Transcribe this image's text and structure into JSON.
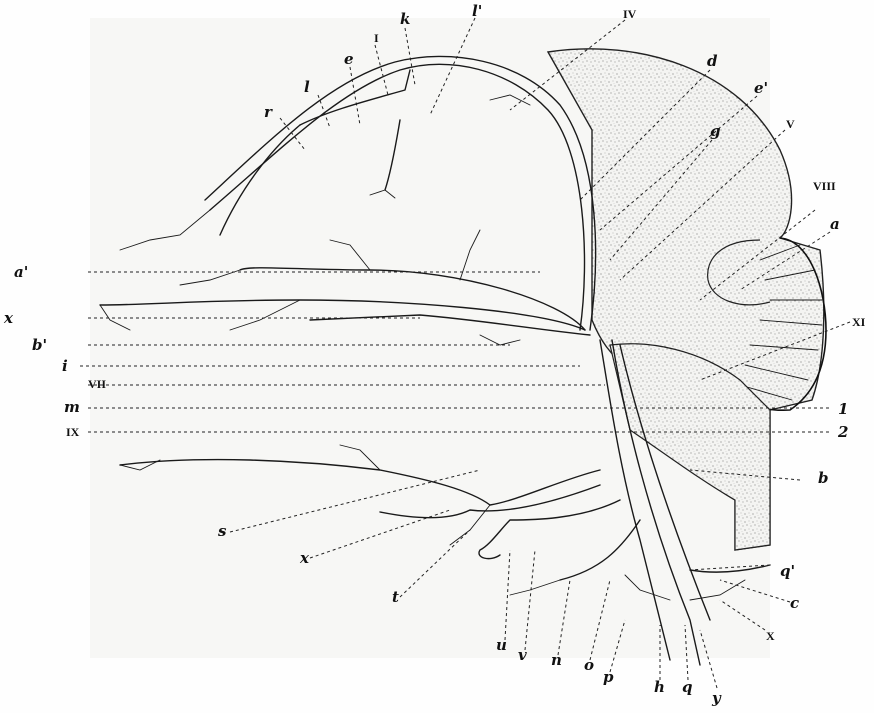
{
  "figure": {
    "left_labels": [
      {
        "id": "a_prime",
        "text": "a'"
      },
      {
        "id": "x_upper",
        "text": "x"
      },
      {
        "id": "b_prime",
        "text": "b'"
      },
      {
        "id": "i",
        "text": "i"
      },
      {
        "id": "VII",
        "text": "VII"
      },
      {
        "id": "m",
        "text": "m"
      },
      {
        "id": "IX",
        "text": "IX"
      }
    ],
    "top_labels": [
      {
        "id": "r",
        "text": "r"
      },
      {
        "id": "l",
        "text": "l"
      },
      {
        "id": "e",
        "text": "e"
      },
      {
        "id": "I",
        "text": "I"
      },
      {
        "id": "k",
        "text": "k"
      },
      {
        "id": "l_prime",
        "text": "l'"
      },
      {
        "id": "IV",
        "text": "IV"
      }
    ],
    "right_labels": [
      {
        "id": "d",
        "text": "d"
      },
      {
        "id": "e_prime",
        "text": "e'"
      },
      {
        "id": "g",
        "text": "g"
      },
      {
        "id": "V",
        "text": "V"
      },
      {
        "id": "VIII",
        "text": "VIII"
      },
      {
        "id": "a",
        "text": "a"
      },
      {
        "id": "XI",
        "text": "XI"
      },
      {
        "id": "one",
        "text": "1"
      },
      {
        "id": "two",
        "text": "2"
      },
      {
        "id": "b",
        "text": "b"
      },
      {
        "id": "q_prime",
        "text": "q'"
      },
      {
        "id": "c",
        "text": "c"
      },
      {
        "id": "X",
        "text": "X"
      }
    ],
    "bottom_labels": [
      {
        "id": "s",
        "text": "s"
      },
      {
        "id": "x_lower",
        "text": "x"
      },
      {
        "id": "t",
        "text": "t"
      },
      {
        "id": "u",
        "text": "u"
      },
      {
        "id": "v",
        "text": "v"
      },
      {
        "id": "n",
        "text": "n"
      },
      {
        "id": "o",
        "text": "o"
      },
      {
        "id": "p",
        "text": "p"
      },
      {
        "id": "h",
        "text": "h"
      },
      {
        "id": "q",
        "text": "q"
      },
      {
        "id": "y",
        "text": "y"
      }
    ]
  }
}
